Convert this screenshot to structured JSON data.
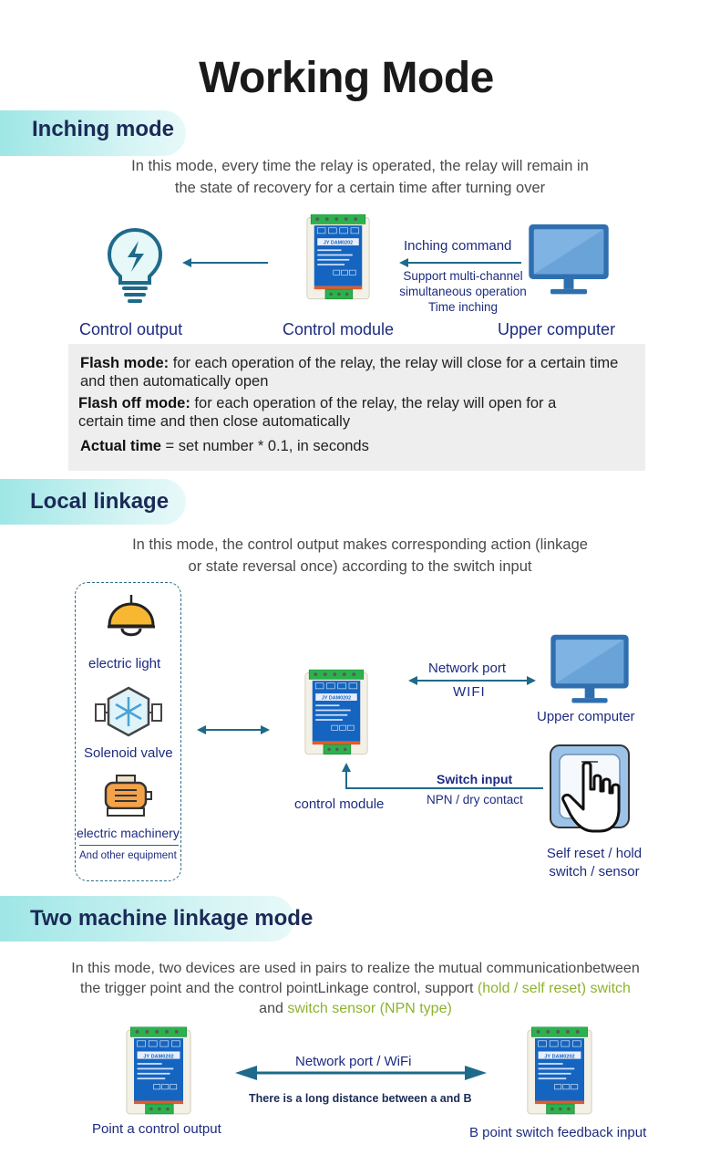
{
  "title": "Working Mode",
  "sections": {
    "inching": {
      "heading": "Inching mode",
      "description_l1": "In this mode, every time the relay is operated, the relay will remain in",
      "description_l2": "the state of recovery for a certain time after turning over",
      "control_output": "Control output",
      "control_module": "Control module",
      "upper_computer": "Upper computer",
      "inching_command": "Inching command",
      "support_l1": "Support multi-channel",
      "support_l2": "simultaneous operation",
      "support_l3": "Time inching",
      "flash_mode_label": "Flash mode:",
      "flash_mode_text_l1": " for each operation of the relay, the relay will close for a certain time",
      "flash_mode_text_l2": "and then automatically open",
      "flash_off_label": "Flash off mode:",
      "flash_off_text_l1": " for each operation of the relay, the relay will open for a",
      "flash_off_text_l2": "certain time and then close automatically",
      "actual_time_label": "Actual time",
      "actual_time_text": " = set number * 0.1, in seconds"
    },
    "local": {
      "heading": "Local linkage",
      "description_l1": "In this mode, the control output makes corresponding action (linkage",
      "description_l2": "or state reversal once) according to the switch input",
      "electric_light": "electric light",
      "solenoid_valve": "Solenoid valve",
      "electric_machinery": "electric machinery",
      "other_equipment": "And other equipment",
      "network_port": "Network port",
      "wifi": "WIFI",
      "upper_computer": "Upper computer",
      "switch_input": "Switch input",
      "npn_dry": "NPN / dry contact",
      "control_module": "control module",
      "self_reset_l1": "Self reset / hold",
      "self_reset_l2": "switch / sensor"
    },
    "two_machine": {
      "heading": "Two machine linkage mode",
      "description_l1": "In this mode, two devices are used in pairs to realize the mutual communicationbetween",
      "description_l2a": "the trigger point and the control pointLinkage control, support ",
      "description_l2b": "(hold / self reset) switch",
      "description_l3a": "and ",
      "description_l3b": "switch sensor (NPN type)",
      "network_port_wifi": "Network port / WiFi",
      "distance_note": "There is a long distance between a and B",
      "point_a": "Point a control output",
      "point_b": "B point switch feedback input"
    }
  },
  "device_label": "JY DAM0202",
  "colors": {
    "navy": "#1d2b80",
    "teal": "#1e6a8a",
    "pill": "#9fe6e6",
    "accent_green": "#8db32d",
    "module_blue": "#1565c0",
    "terminal_green": "#2bb24c",
    "monitor_blue": "#4a8fcf"
  }
}
